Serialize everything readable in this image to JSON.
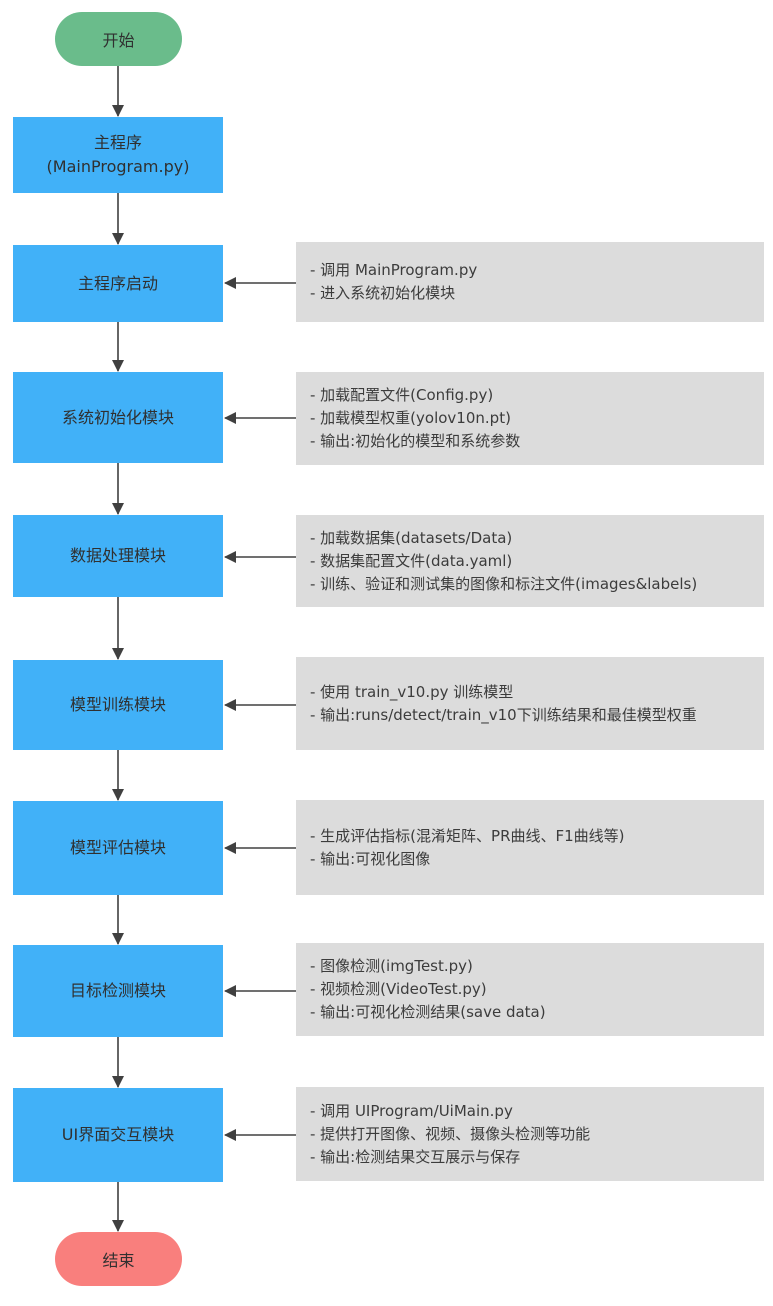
{
  "flow": {
    "start_label": "开始",
    "end_label": "结束",
    "nodes": [
      {
        "lines": [
          "主程序",
          "(MainProgram.py)"
        ]
      },
      {
        "lines": [
          "主程序启动"
        ]
      },
      {
        "lines": [
          "系统初始化模块"
        ]
      },
      {
        "lines": [
          "数据处理模块"
        ]
      },
      {
        "lines": [
          "模型训练模块"
        ]
      },
      {
        "lines": [
          "模型评估模块"
        ]
      },
      {
        "lines": [
          "目标检测模块"
        ]
      },
      {
        "lines": [
          "UI界面交互模块"
        ]
      }
    ],
    "annotations": [
      {
        "lines": [
          "- 调用 MainProgram.py",
          "- 进入系统初始化模块"
        ]
      },
      {
        "lines": [
          "- 加载配置文件(Config.py)",
          "- 加载模型权重(yolov10n.pt)",
          "- 输出:初始化的模型和系统参数"
        ]
      },
      {
        "lines": [
          "- 加载数据集(datasets/Data)",
          "- 数据集配置文件(data.yaml)",
          "- 训练、验证和测试集的图像和标注文件(images&labels)"
        ]
      },
      {
        "lines": [
          "- 使用 train_v10.py 训练模型",
          "- 输出:runs/detect/train_v10下训练结果和最佳模型权重"
        ]
      },
      {
        "lines": [
          "- 生成评估指标(混淆矩阵、PR曲线、F1曲线等)",
          "- 输出:可视化图像"
        ]
      },
      {
        "lines": [
          "- 图像检测(imgTest.py)",
          "- 视频检测(VideoTest.py)",
          "- 输出:可视化检测结果(save data)"
        ]
      },
      {
        "lines": [
          "- 调用 UIProgram/UiMain.py",
          "- 提供打开图像、视频、摄像头检测等功能",
          "- 输出:检测结果交互展示与保存"
        ]
      }
    ]
  },
  "colors": {
    "start_fill": "#6abc8b",
    "process_fill": "#41b1f8",
    "end_fill": "#f97f7d",
    "annotation_fill": "#dcdcdc",
    "arrow": "#404040",
    "text": "#303030",
    "note_text": "#3c3c3c"
  }
}
